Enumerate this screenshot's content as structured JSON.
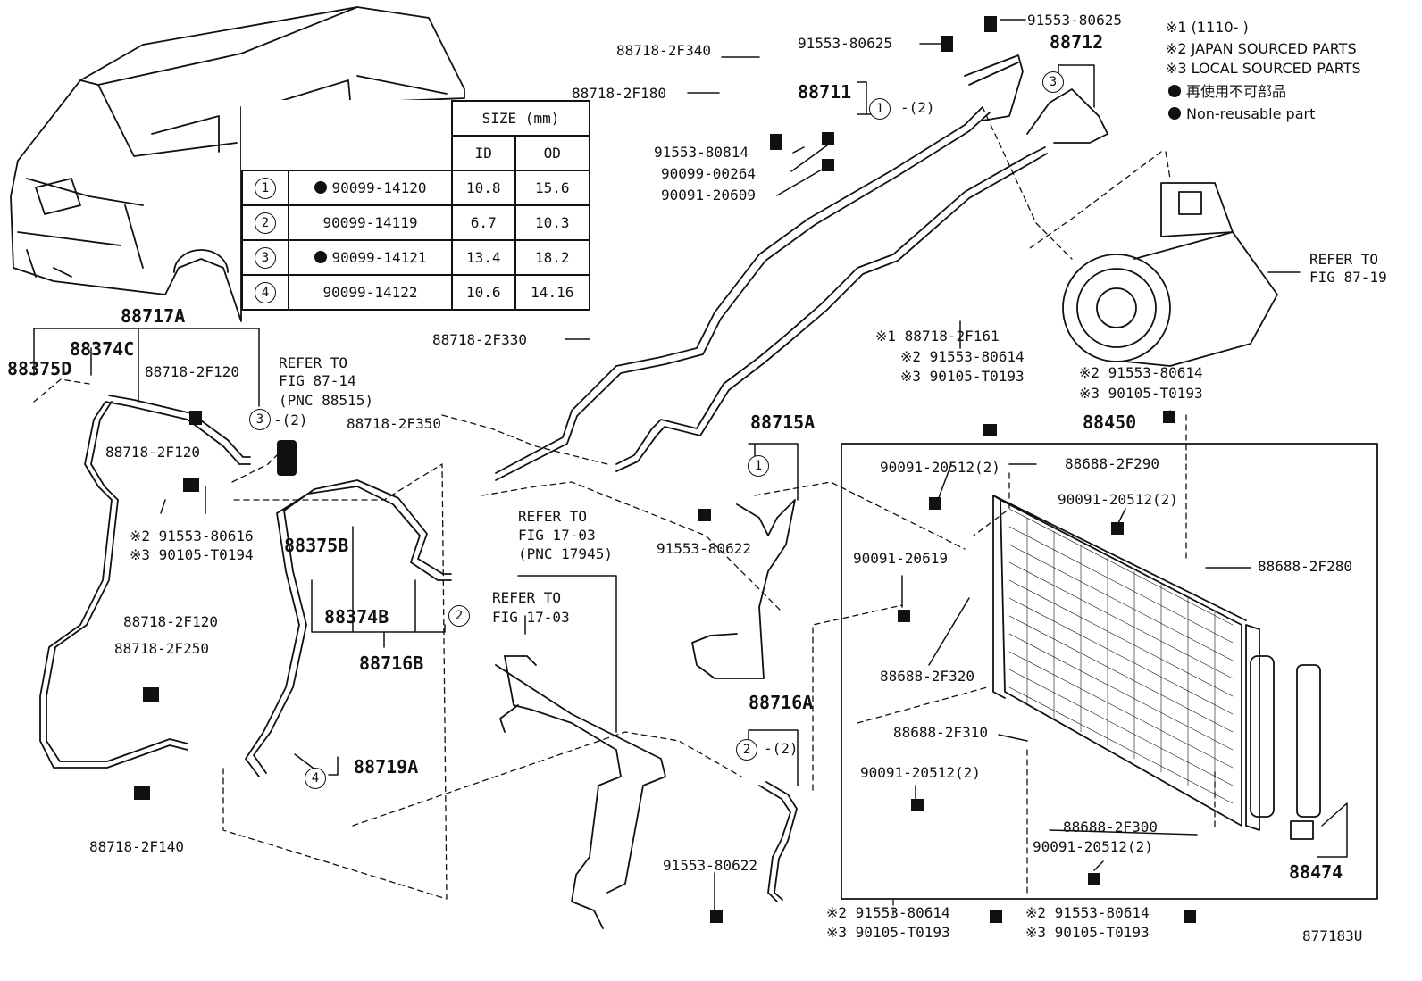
{
  "notes": {
    "n1": "※1 (1110-      )",
    "n2": "※2 JAPAN SOURCED PARTS",
    "n3": "※3 LOCAL SOURCED PARTS",
    "n4": "再使用不可部品",
    "n5": "Non-reusable part"
  },
  "size_table": {
    "title": "SIZE (mm)",
    "col_id": "ID",
    "col_od": "OD",
    "rows": [
      {
        "no": "1",
        "part": "90099-14120",
        "non_reusable": true,
        "id": "10.8",
        "od": "15.6"
      },
      {
        "no": "2",
        "part": "90099-14119",
        "non_reusable": false,
        "id": "6.7",
        "od": "10.3"
      },
      {
        "no": "3",
        "part": "90099-14121",
        "non_reusable": true,
        "id": "13.4",
        "od": "18.2"
      },
      {
        "no": "4",
        "part": "90099-14122",
        "non_reusable": false,
        "id": "10.6",
        "od": "14.16"
      }
    ]
  },
  "labels": {
    "p88718_2F340": "88718-2F340",
    "p91553_80625a": "91553-80625",
    "p91553_80625b": "91553-80625",
    "p88712": "88712",
    "p88711": "88711",
    "p88718_2F180": "88718-2F180",
    "p91553_80814": "91553-80814",
    "p90099_00264": "90099-00264",
    "p90091_20609": "90091-20609",
    "p88718_2F330": "88718-2F330",
    "p88717A": "88717A",
    "p88374C": "88374C",
    "p88375D": "88375D",
    "p88718_2F120a": "88718-2F120",
    "p88718_2F120b": "88718-2F120",
    "p88718_2F120c": "88718-2F120",
    "refer_87_14a": "REFER TO",
    "refer_87_14b": "FIG 87-14",
    "refer_87_14c": "(PNC 88515)",
    "p88718_2F350": "88718-2F350",
    "j2_91553_80616": "※2 91553-80616",
    "j3_90105_T0194": "※3 90105-T0194",
    "p88375B": "88375B",
    "p88374B": "88374B",
    "p88716B": "88716B",
    "p88718_2F250": "88718-2F250",
    "p88719A": "88719A",
    "p88718_2F140": "88718-2F140",
    "refer_17_03a": "REFER TO",
    "refer_17_03b": "FIG 17-03",
    "refer_17_03c": "(PNC 17945)",
    "refer_17_03d": "REFER TO",
    "refer_17_03e": "FIG 17-03",
    "refer_87_19a": "REFER TO",
    "refer_87_19b": "FIG 87-19",
    "s1_88718_2F161": "※1 88718-2F161",
    "j2_91553_80614a": "※2 91553-80614",
    "j3_90105_T0193a": "※3 90105-T0193",
    "j2_91553_80614b": "※2 91553-80614",
    "j3_90105_T0193b": "※3 90105-T0193",
    "p88715A": "88715A",
    "p91553_80622a": "91553-80622",
    "p88450": "88450",
    "p90091_20512a": "90091-20512(2)",
    "p88688_2F290": "88688-2F290",
    "p90091_20512b": "90091-20512(2)",
    "p88688_2F280": "88688-2F280",
    "p90091_20619": "90091-20619",
    "p88688_2F320": "88688-2F320",
    "p88716A": "88716A",
    "p88688_2F310": "88688-2F310",
    "p90091_20512c": "90091-20512(2)",
    "p88688_2F300": "88688-2F300",
    "p90091_20512d": "90091-20512(2)",
    "p88474": "88474",
    "p91553_80622b": "91553-80622",
    "j2_91553_80614c": "※2 91553-80614",
    "j3_90105_T0193c": "※3 90105-T0193",
    "j2_91553_80614d": "※2 91553-80614",
    "j3_90105_T0193d": "※3 90105-T0193",
    "q2a": "-(2)",
    "q2b": "-(2)",
    "q2c": "-(2)",
    "fig_code": "877183U"
  },
  "bubbles": {
    "b1": "1",
    "b2": "2",
    "b3": "3",
    "b4": "4"
  }
}
